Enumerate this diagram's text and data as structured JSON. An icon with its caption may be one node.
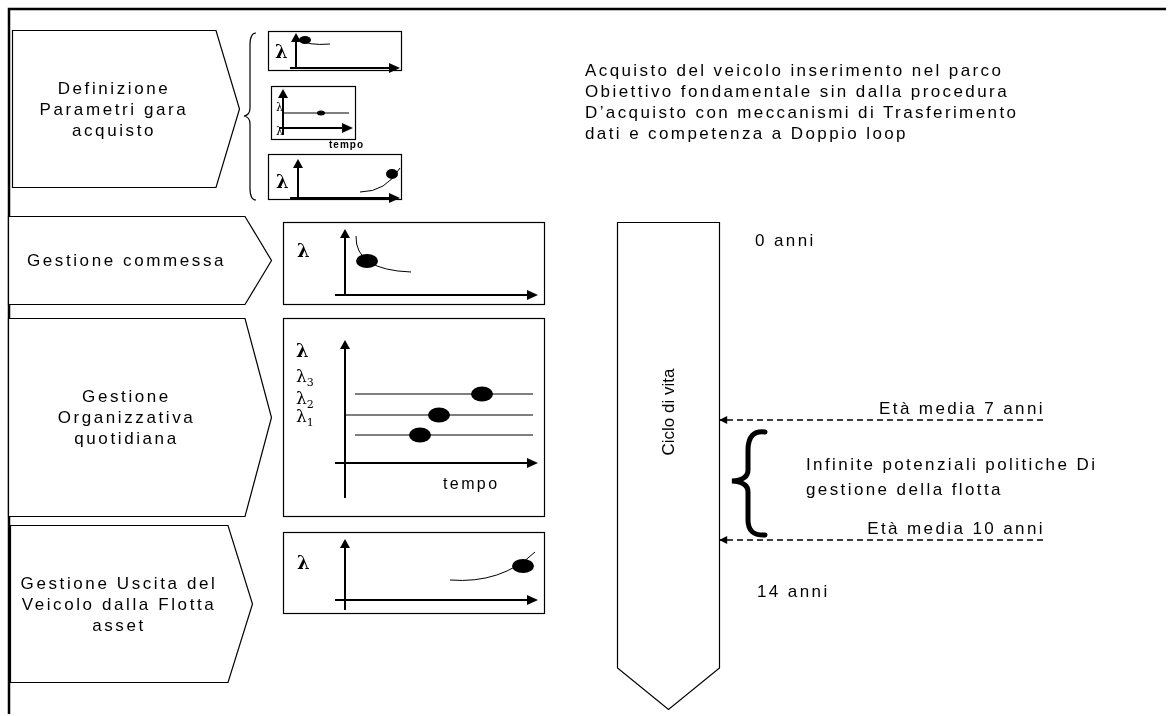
{
  "diagram": {
    "nodes": [
      {
        "text": [
          "Definizione Parametri gara acquisto"
        ]
      },
      {
        "text": [
          "λ"
        ]
      },
      {
        "text": [
          "λ",
          "λ"
        ]
      },
      {
        "text": [
          "λ"
        ]
      },
      {
        "text": [
          "Gestione commessa"
        ]
      },
      {
        "text": [
          "λ"
        ]
      },
      {
        "text": [
          "Gestione Organizzativa quotidiana"
        ]
      },
      {
        "text": [
          "λ",
          "λ$_{3}$",
          "λ$_{2}$",
          "λ$_{1}$",
          "tempo"
        ]
      },
      {
        "text": [
          "Gestione Uscita del Veicolo dalla Flotta asset"
        ]
      },
      {
        "text": [
          "λ"
        ]
      },
      {
        "text": [
          "Ciclo di vita"
        ]
      },
      {
        "text": [
          "Età media 7 anni"
        ]
      },
      {
        "text": [
          "Età media 10 anni"
        ]
      }
    ],
    "edges": [
      {
        "from": 11,
        "to": 10,
        "arrow": "to",
        "style": "dashed"
      },
      {
        "from": 12,
        "to": 10,
        "arrow": "to",
        "style": "dashed"
      }
    ],
    "labels": [
      "tempo",
      "Acquisto del veicolo inserimento nel parco Obiettivo fondamentale sin dalla procedura D’acquisto con meccanismi di Trasferimento dati e competenza a Doppio loop",
      "0 anni",
      "Infinite potenziali politiche Di gestione della flotta",
      "14 anni"
    ]
  }
}
